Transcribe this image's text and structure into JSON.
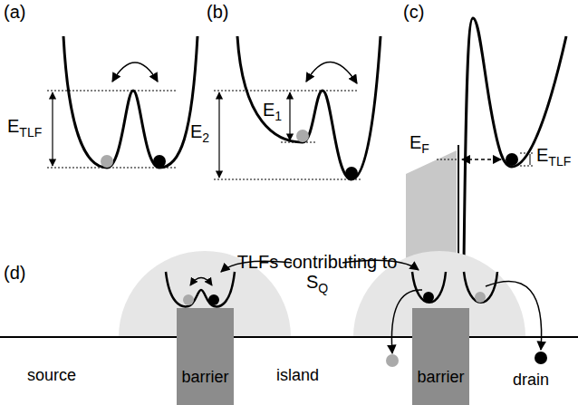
{
  "diagram": {
    "nodes": [
      {
        "text": [
          "barrier"
        ]
      },
      {
        "text": [
          "barrier"
        ]
      }
    ],
    "labels": [
      "(a)",
      "E",
      "TLF",
      "(b)",
      "E",
      "2",
      "E",
      "1",
      "(c)",
      "E",
      "F",
      "E",
      "TLF",
      "(d)",
      "TLFs contributing to S",
      "Q",
      "source",
      "island",
      "drain"
    ]
  }
}
